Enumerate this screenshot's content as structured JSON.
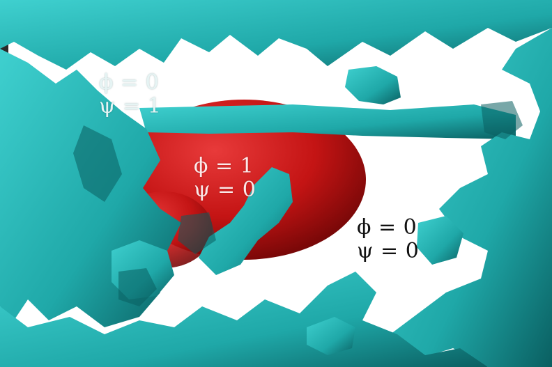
{
  "figure": {
    "colors": {
      "background": "#ffffff",
      "solid_phase": "#1fa8a8",
      "solid_shadow": "#0a5f61",
      "solid_highlight": "#3fd0cf",
      "droplet": "#c41414",
      "droplet_shadow": "#6e0606",
      "droplet_highlight": "#e83a3a",
      "left_edge_photo": "#2a2a2a"
    },
    "regions": [
      {
        "id": "solid",
        "label_line1": "ϕ = 0",
        "label_line2": "ψ = 1"
      },
      {
        "id": "droplet",
        "label_line1": "ϕ = 1",
        "label_line2": "ψ = 0"
      },
      {
        "id": "pore",
        "label_line1": "ϕ = 0",
        "label_line2": "ψ = 0"
      }
    ]
  }
}
